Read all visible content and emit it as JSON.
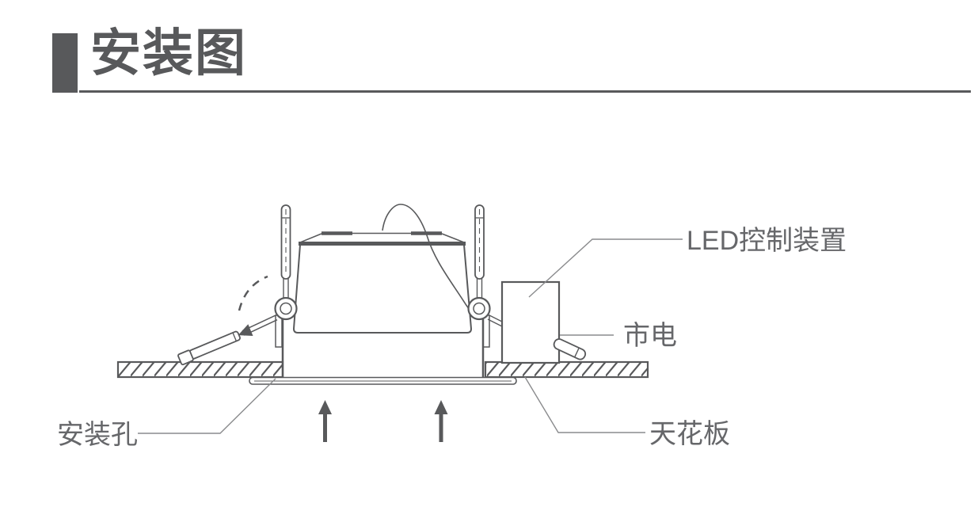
{
  "header": {
    "title": "安装图",
    "accent_color": "#58595B"
  },
  "diagram": {
    "labels": {
      "led_driver": "LED控制装置",
      "mains_power": "市电",
      "ceiling": "天花板",
      "mounting_hole": "安装孔"
    },
    "colors": {
      "line": "#58595B",
      "leader": "#8A8B8D",
      "label_text": "#66676A"
    }
  }
}
